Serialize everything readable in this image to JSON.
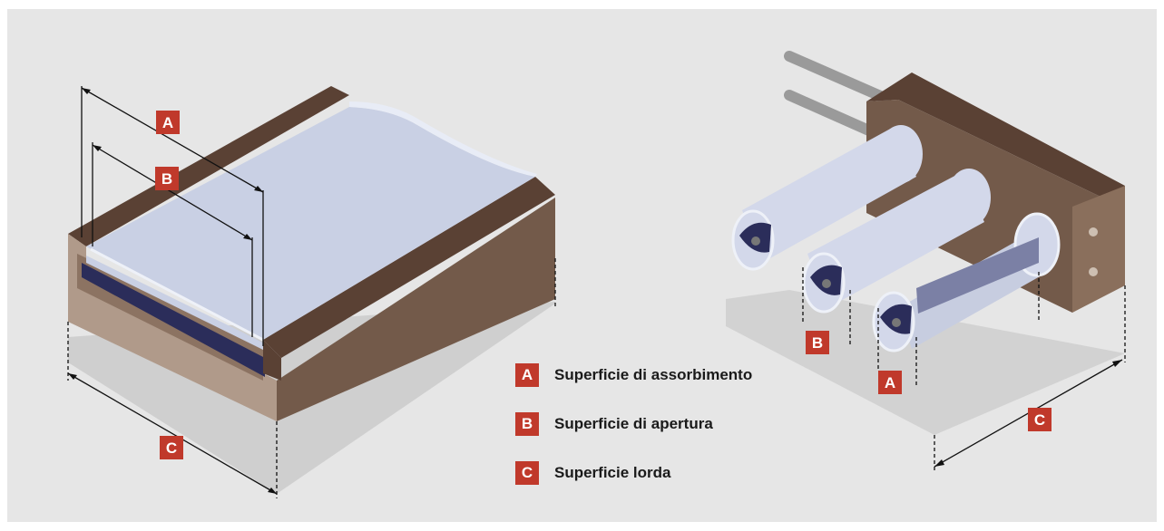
{
  "colors": {
    "background": "#e6e6e6",
    "frame_top": "#5a4134",
    "frame_side": "#735a4a",
    "frame_inner": "#b09a8a",
    "glass": "#c9d0e4",
    "absorber": "#2b2d5a",
    "tube": "#d3d8ea",
    "shadow": "#cdcdcd",
    "label_red": "#c0392b"
  },
  "markers": {
    "a": "A",
    "b": "B",
    "c": "C"
  },
  "legend": [
    {
      "letter": "A",
      "text": "Superficie di assorbimento"
    },
    {
      "letter": "B",
      "text": "Superficie di apertura"
    },
    {
      "letter": "C",
      "text": "Superficie lorda"
    }
  ]
}
